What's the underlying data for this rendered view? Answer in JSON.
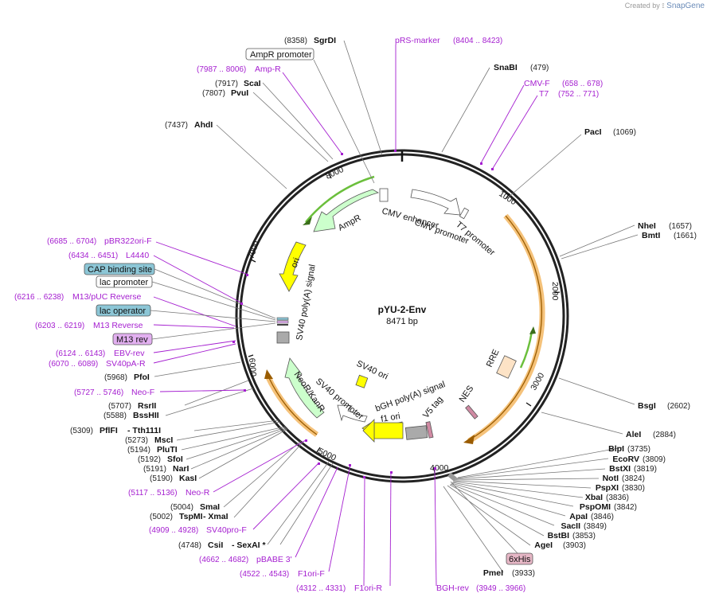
{
  "header": {
    "created_by": "Created by",
    "brand": "SnapGene"
  },
  "map": {
    "name": "pYU-2-Env",
    "length_label": "8471 bp",
    "length": 8471
  },
  "ticks": [
    "1000",
    "2000",
    "3000",
    "4000",
    "5000",
    "6000",
    "7000",
    "8000"
  ],
  "sites": [
    {
      "pos": "(8358)",
      "name": "SgrDI"
    },
    {
      "pos": "(7917)",
      "name": "ScaI"
    },
    {
      "pos": "(7807)",
      "name": "PvuI"
    },
    {
      "pos": "(7437)",
      "name": "AhdI"
    },
    {
      "pos": "(479)",
      "name": "SnaBI"
    },
    {
      "pos": "(1069)",
      "name": "PacI"
    },
    {
      "pos": "(1657)",
      "name": "NheI"
    },
    {
      "pos": "(1661)",
      "name": "BmtI"
    },
    {
      "pos": "(2602)",
      "name": "BsgI"
    },
    {
      "pos": "(2884)",
      "name": "AleI"
    },
    {
      "pos": "(3735)",
      "name": "BlpI"
    },
    {
      "pos": "(3809)",
      "name": "EcoRV"
    },
    {
      "pos": "(3819)",
      "name": "BstXI"
    },
    {
      "pos": "(3824)",
      "name": "NotI"
    },
    {
      "pos": "(3830)",
      "name": "PspXI"
    },
    {
      "pos": "(3836)",
      "name": "XbaI"
    },
    {
      "pos": "(3842)",
      "name": "PspOMI"
    },
    {
      "pos": "(3846)",
      "name": "ApaI"
    },
    {
      "pos": "(3849)",
      "name": "SacII"
    },
    {
      "pos": "(3853)",
      "name": "BstBI"
    },
    {
      "pos": "(3903)",
      "name": "AgeI"
    },
    {
      "pos": "(3933)",
      "name": "PmeI"
    },
    {
      "pos": "(5968)",
      "name": "PfoI"
    },
    {
      "pos": "(5707)",
      "name": "RsrII"
    },
    {
      "pos": "(5588)",
      "name": "BssHII"
    },
    {
      "pos": "(5309)",
      "name": "PflFI",
      "extra": "- Tth111I"
    },
    {
      "pos": "(5273)",
      "name": "MscI"
    },
    {
      "pos": "(5194)",
      "name": "PluTI"
    },
    {
      "pos": "(5192)",
      "name": "SfoI"
    },
    {
      "pos": "(5191)",
      "name": "NarI"
    },
    {
      "pos": "(5190)",
      "name": "KasI"
    },
    {
      "pos": "(5004)",
      "name": "SmaI"
    },
    {
      "pos": "(5002)",
      "name": "TspMI",
      "extra": "- XmaI"
    },
    {
      "pos": "(4748)",
      "name": "CsiI",
      "extra": "- SexAI *"
    }
  ],
  "primers": [
    {
      "name": "pRS-marker",
      "range": "(8404 .. 8423)"
    },
    {
      "name": "Amp-R",
      "range": "(7987 .. 8006)"
    },
    {
      "name": "CMV-F",
      "range": "(658 .. 678)"
    },
    {
      "name": "T7",
      "range": "(752 .. 771)"
    },
    {
      "name": "pBR322ori-F",
      "range": "(6685 .. 6704)"
    },
    {
      "name": "L4440",
      "range": "(6434 .. 6451)"
    },
    {
      "name": "M13/pUC Reverse",
      "range": "(6216 .. 6238)"
    },
    {
      "name": "M13 Reverse",
      "range": "(6203 .. 6219)"
    },
    {
      "name": "EBV-rev",
      "range": "(6124 .. 6143)"
    },
    {
      "name": "SV40pA-R",
      "range": "(6070 .. 6089)"
    },
    {
      "name": "Neo-F",
      "range": "(5727 .. 5746)"
    },
    {
      "name": "Neo-R",
      "range": "(5117 .. 5136)"
    },
    {
      "name": "SV40pro-F",
      "range": "(4909 .. 4928)"
    },
    {
      "name": "pBABE 3'",
      "range": "(4662 .. 4682)"
    },
    {
      "name": "F1ori-F",
      "range": "(4522 .. 4543)"
    },
    {
      "name": "F1ori-R",
      "range": "(4312 .. 4331)"
    },
    {
      "name": "BGH-rev",
      "range": "(3949 .. 3966)"
    }
  ],
  "boxed_features": {
    "ampr_promoter": "AmpR promoter",
    "cap_binding_site": "CAP binding site",
    "lac_promoter": "lac promoter",
    "lac_operator": "lac operator",
    "m13_rev": "M13 rev",
    "his_tag": "6xHis"
  },
  "features": {
    "cmv_enhancer": "CMV enhancer",
    "cmv_promoter": "CMV promoter",
    "t7_promoter": "T7 promoter",
    "ampr": "AmpR",
    "ori": "ori",
    "sv40_polya": "SV40 poly(A) signal",
    "sv40_ori": "SV40 ori",
    "rre": "RRE",
    "nes": "NES",
    "neor": "NeoR/KanR",
    "sv40_promoter": "SV40 promoter",
    "bgh_polya": "bGH poly(A) signal",
    "f1_ori": "f1 ori",
    "v5_tag": "V5 tag"
  },
  "colors": {
    "primer": "#a51fd0",
    "backbone": "#222222",
    "ampr_fill": "#ccffcc",
    "ori_fill": "#ffff00",
    "env_orange": "#f5c27a",
    "lac_box": "#8cc6d6",
    "m13_box": "#e2b0f0",
    "his_box": "#e6b7c6"
  }
}
